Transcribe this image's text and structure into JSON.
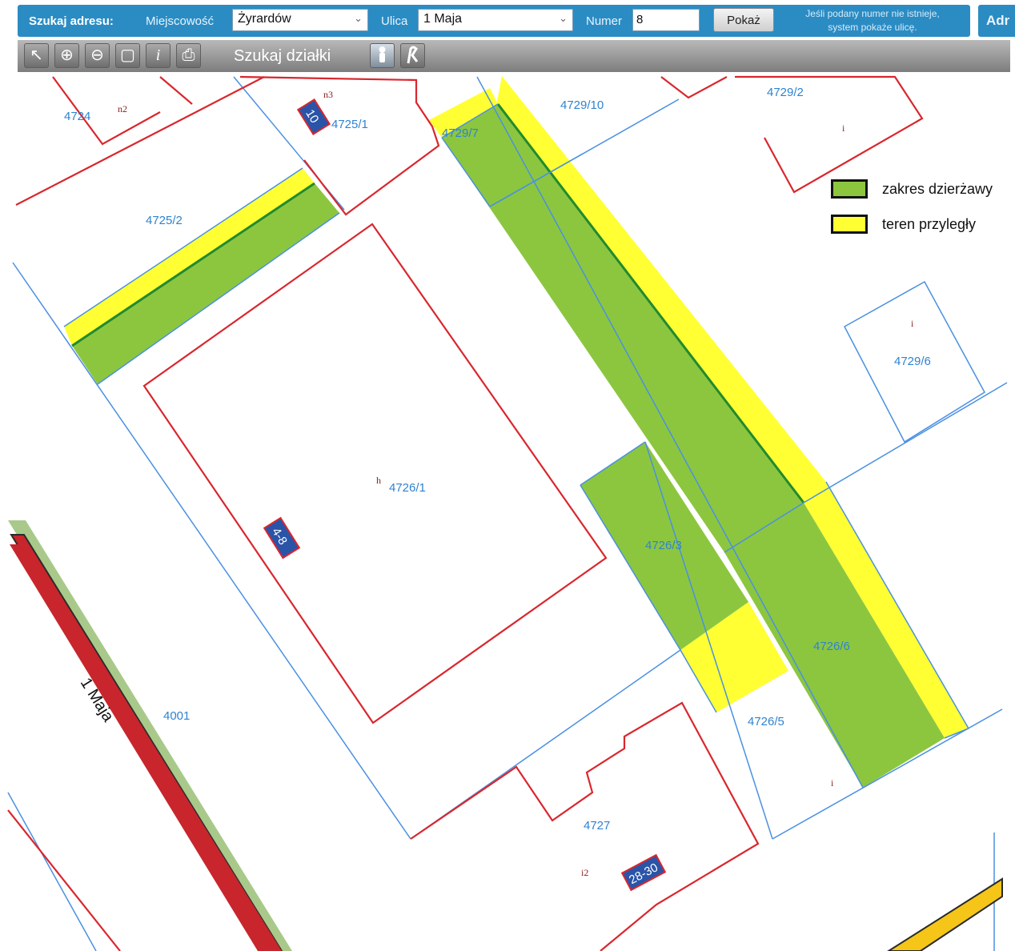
{
  "search": {
    "title": "Szukaj adresu:",
    "locality_label": "Miejscowość",
    "locality_value": "Żyrardów",
    "street_label": "Ulica",
    "street_value": "1 Maja",
    "number_label": "Numer",
    "number_value": "8",
    "show_button": "Pokaż",
    "hint_line1": "Jeśli podany numer nie istnieje,",
    "hint_line2": "system pokaże ulicę.",
    "address_cut_label": "Adr"
  },
  "toolbar": {
    "tools": [
      {
        "name": "select-arrow-icon",
        "glyph": "↖"
      },
      {
        "name": "zoom-in-icon",
        "glyph": "⊕"
      },
      {
        "name": "zoom-out-icon",
        "glyph": "⊖"
      },
      {
        "name": "zoom-extent-icon",
        "glyph": "▢"
      },
      {
        "name": "info-icon",
        "glyph": "i"
      },
      {
        "name": "print-icon",
        "glyph": "⎙"
      }
    ],
    "parcel_search_label": "Szukaj działki",
    "street_view_icon": "pegman-icon",
    "measure_icon": "measure-icon"
  },
  "legend": {
    "lease_label": "zakres dzierżawy",
    "adjacent_label": "teren przyległy",
    "lease_color": "#8cc63f",
    "adjacent_color": "#ffff33"
  },
  "map": {
    "colors": {
      "parcel_line": "#4a90e2",
      "building_line": "#d9272e",
      "lease_fill": "#8cc63f",
      "adjacent_fill": "#ffff33",
      "road": "#c9252c"
    },
    "parcels": {
      "p4724": "4724",
      "p4725_1": "4725/1",
      "p4729_7": "4729/7",
      "p4729_10": "4729/10",
      "p4729_2": "4729/2",
      "p4725_2": "4725/2",
      "p4729_6": "4729/6",
      "p4726_1": "4726/1",
      "p4726_3": "4726/3",
      "p4726_6": "4726/6",
      "p4726_5": "4726/5",
      "p4001": "4001",
      "p4727": "4727"
    },
    "marks": {
      "n2": "n2",
      "n3": "n3",
      "h": "h",
      "i_top": "i",
      "i_right": "i",
      "i_bottom": "i",
      "i2": "i2"
    },
    "street_name": "1 Maja",
    "house_numbers": {
      "b10": "10",
      "b48": "4-8",
      "b2830": "28-30"
    }
  }
}
